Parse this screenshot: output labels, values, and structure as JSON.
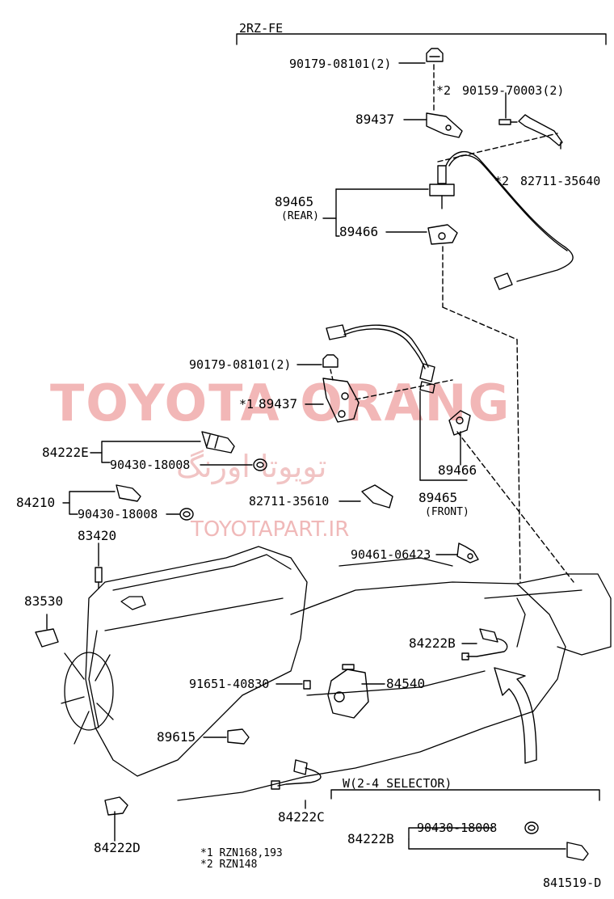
{
  "watermark": {
    "main": "TOYOTA ORANG",
    "persian": "تویوتا اورنگ",
    "url": "TOYOTAPART.IR"
  },
  "sections": {
    "top": "2RZ-FE",
    "bottom": "W(2-4 SELECTOR)"
  },
  "parts": {
    "p90179_top": "90179-08101(2)",
    "star2_a": "*2",
    "p90159": "90159-70003(2)",
    "p89437_top": "89437",
    "star2_b": "*2",
    "p82711_35640": "82711-35640",
    "p89465_rear": "89465",
    "rear": "(REAR)",
    "p89466_rear": "89466",
    "p90179_mid": "90179-08101(2)",
    "star1": "*1",
    "p89437_mid": "89437",
    "p84222E": "84222E",
    "p90430_a": "90430-18008",
    "p89466_front": "89466",
    "p89465_front": "89465",
    "front": "(FRONT)",
    "p84210": "84210",
    "p90430_b": "90430-18008",
    "p82711_35610": "82711-35610",
    "p83420": "83420",
    "p90461": "90461-06423",
    "p83530": "83530",
    "p84222B_top": "84222B",
    "p91651": "91651-40830",
    "p84540": "84540",
    "p89615": "89615",
    "p84222C": "84222C",
    "p84222D": "84222D",
    "p84222B_bot": "84222B",
    "p90430_c": "90430-18008",
    "note1": "*1 RZN168,193",
    "note2": "*2 RZN148",
    "figno": "841519-D"
  }
}
